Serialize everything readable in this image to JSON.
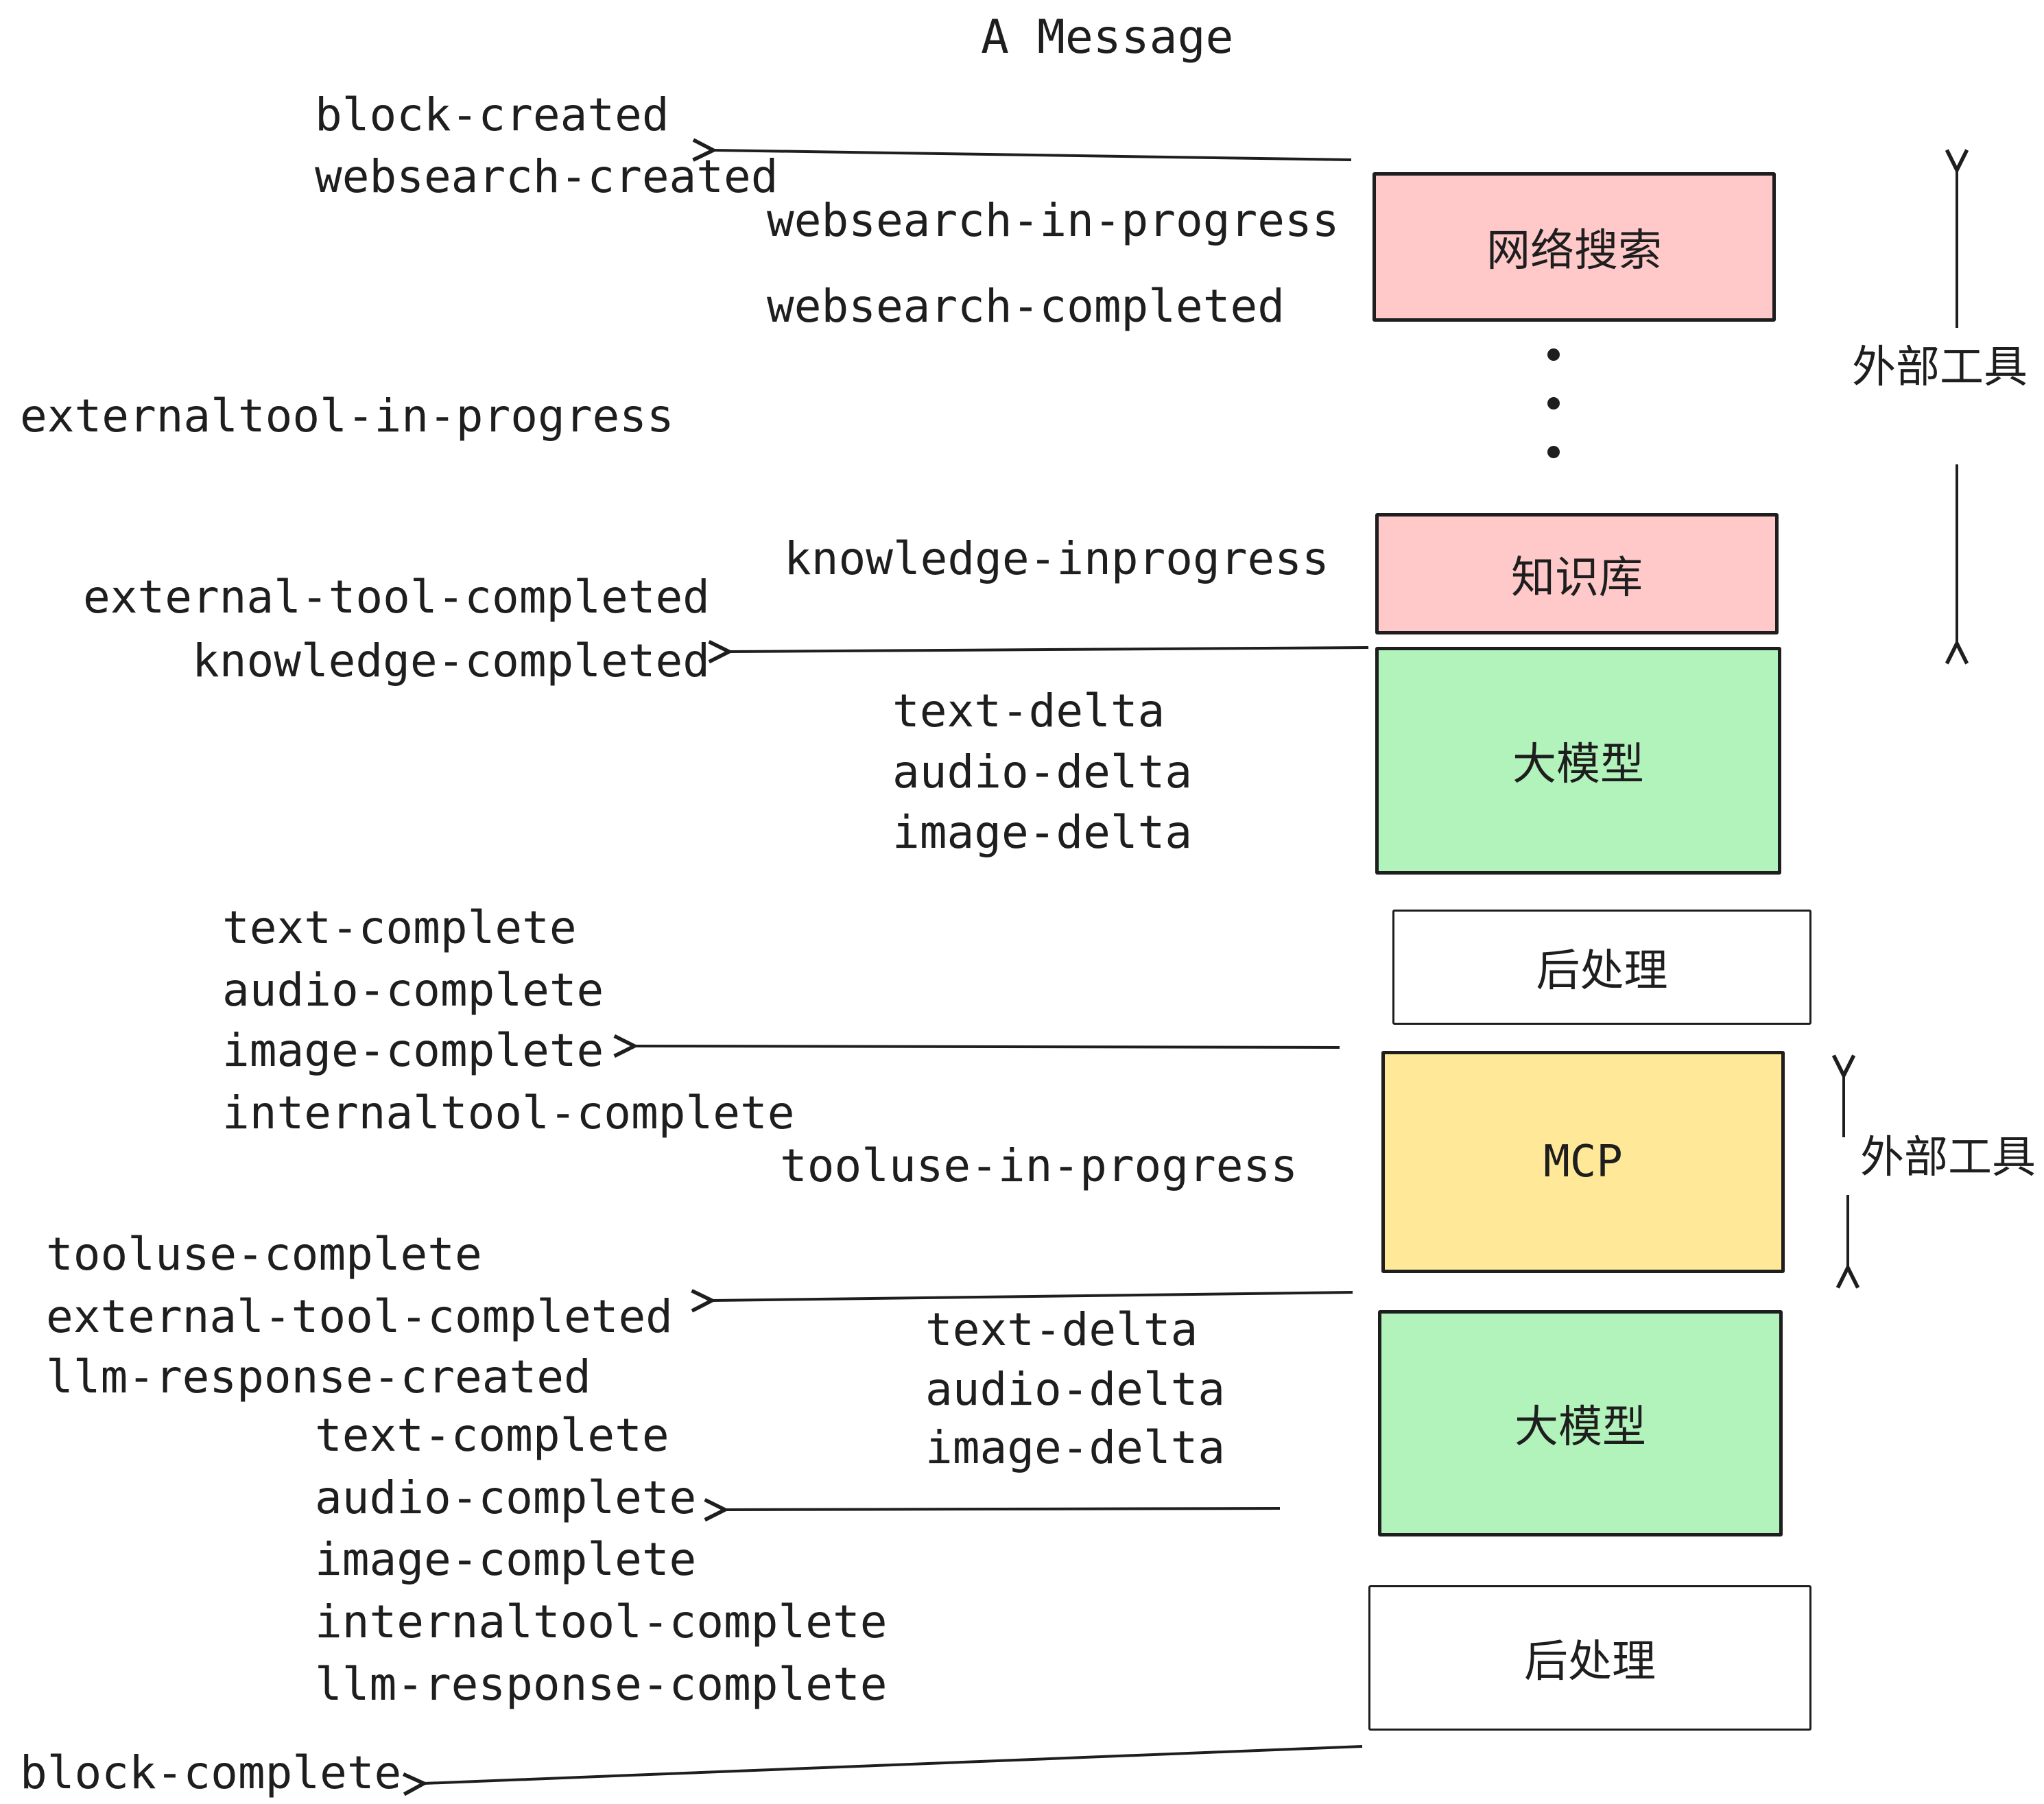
{
  "title": "A Message",
  "pipeline": {
    "boxes": [
      {
        "id": "websearch",
        "label": "网络搜索"
      },
      {
        "id": "knowledge",
        "label": "知识库"
      },
      {
        "id": "llm1",
        "label": "大模型"
      },
      {
        "id": "post1",
        "label": "后处理"
      },
      {
        "id": "mcp",
        "label": "MCP"
      },
      {
        "id": "llm2",
        "label": "大模型"
      },
      {
        "id": "post2",
        "label": "后处理"
      }
    ]
  },
  "side": {
    "external_tools_top": "外部工具",
    "external_tools_bottom": "外部工具"
  },
  "events": {
    "block_created": "block-created",
    "websearch_created": "websearch-created",
    "websearch_in_progress": "websearch-in-progress",
    "websearch_completed": "websearch-completed",
    "externaltool_in_progress": "externaltool-in-progress",
    "knowledge_inprogress": "knowledge-inprogress",
    "external_tool_completed_1": "external-tool-completed",
    "knowledge_completed": "knowledge-completed",
    "text_delta_1": "text-delta",
    "audio_delta_1": "audio-delta",
    "image_delta_1": "image-delta",
    "text_complete_1": "text-complete",
    "audio_complete_1": "audio-complete",
    "image_complete_1": "image-complete",
    "internaltool_complete_1": "internaltool-complete",
    "tooluse_in_progress": "tooluse-in-progress",
    "tooluse_complete": "tooluse-complete",
    "external_tool_completed_2": "external-tool-completed",
    "llm_response_created": "llm-response-created",
    "text_delta_2": "text-delta",
    "audio_delta_2": "audio-delta",
    "image_delta_2": "image-delta",
    "text_complete_2": "text-complete",
    "audio_complete_2": "audio-complete",
    "image_complete_2": "image-complete",
    "internaltool_complete_2": "internaltool-complete",
    "llm_response_complete": "llm-response-complete",
    "block_complete": "block-complete"
  },
  "colors": {
    "pink": "#ffc9c9",
    "green": "#b2f2bb",
    "yellow": "#ffe999",
    "white": "#ffffff",
    "stroke": "#1e1e1e"
  }
}
